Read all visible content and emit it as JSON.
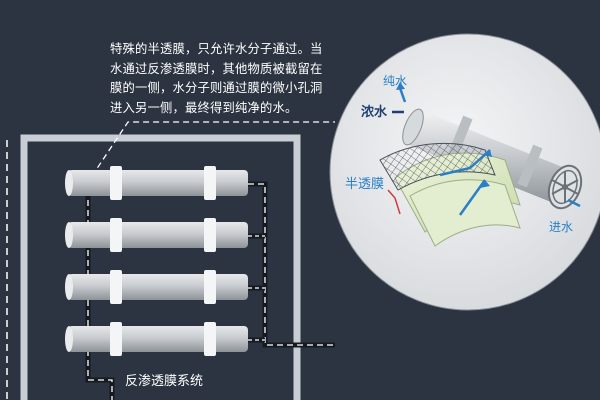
{
  "description": {
    "lines": [
      "特殊的半透膜，只允许水分子通过。当",
      "水通过反渗透膜时，其他物质被截留在",
      "膜的一侧，水分子则通过膜的微小孔洞",
      "进入另一侧，最终得到纯净的水。"
    ]
  },
  "system_label": "反渗透膜系统",
  "zoom_labels": {
    "pure_water": "纯水",
    "concentrate": "浓水",
    "membrane": "半透膜",
    "inlet": "进水"
  },
  "colors": {
    "background": "#2b3440",
    "frame": "#c9ced4",
    "tube": "#c8cbcf",
    "label_blue": "#2a7fc6",
    "label_dark_blue": "#1f3f77",
    "membrane_green": "#dbe8c2",
    "leader_red": "#d43a3a"
  }
}
